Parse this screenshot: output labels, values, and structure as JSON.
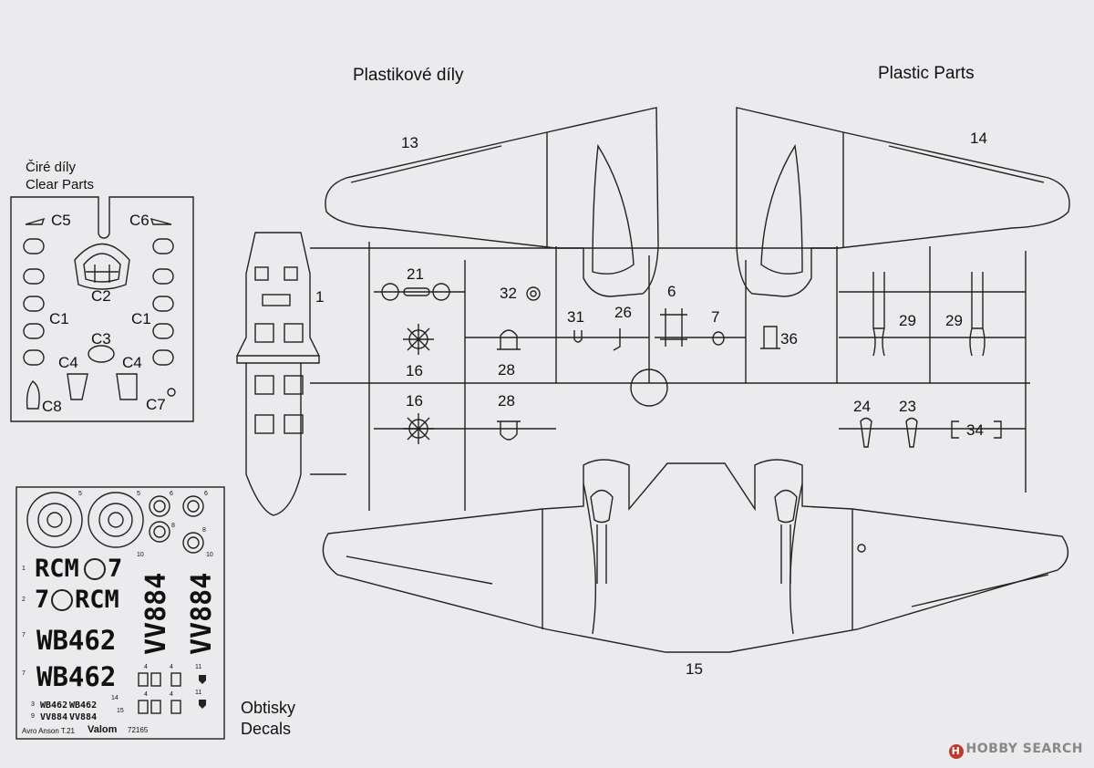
{
  "headings": {
    "plastic_cz": "Plastikové díly",
    "plastic_en": "Plastic Parts",
    "clear_cz": "Čiré díly",
    "clear_en": "Clear Parts",
    "decals_cz": "Obtisky",
    "decals_en": "Decals"
  },
  "clear_parts": [
    "C5",
    "C6",
    "C2",
    "C1",
    "C1",
    "C3",
    "C4",
    "C4",
    "C8",
    "C7"
  ],
  "plastic_parts": [
    "13",
    "14",
    "1",
    "21",
    "32",
    "6",
    "7",
    "26",
    "31",
    "36",
    "16",
    "28",
    "29",
    "29",
    "16",
    "28",
    "24",
    "23",
    "34",
    "15"
  ],
  "decals": {
    "codes": [
      "RCM",
      "7",
      "7",
      "RCM",
      "WB462",
      "WB462",
      "VV884",
      "VV884"
    ],
    "small_codes": [
      "WB462",
      "WB462",
      "VV884",
      "VV884"
    ],
    "numbers": [
      "5",
      "5",
      "6",
      "6",
      "8",
      "8",
      "10",
      "10",
      "1",
      "2",
      "7",
      "7",
      "3",
      "9",
      "4",
      "4",
      "4",
      "4",
      "11",
      "11",
      "14",
      "15"
    ],
    "footer_left": "Avro Anson T.21",
    "footer_brand": "Valom",
    "footer_code": "72165"
  },
  "watermark": {
    "logo": "H",
    "text": "HOBBY SEARCH"
  }
}
